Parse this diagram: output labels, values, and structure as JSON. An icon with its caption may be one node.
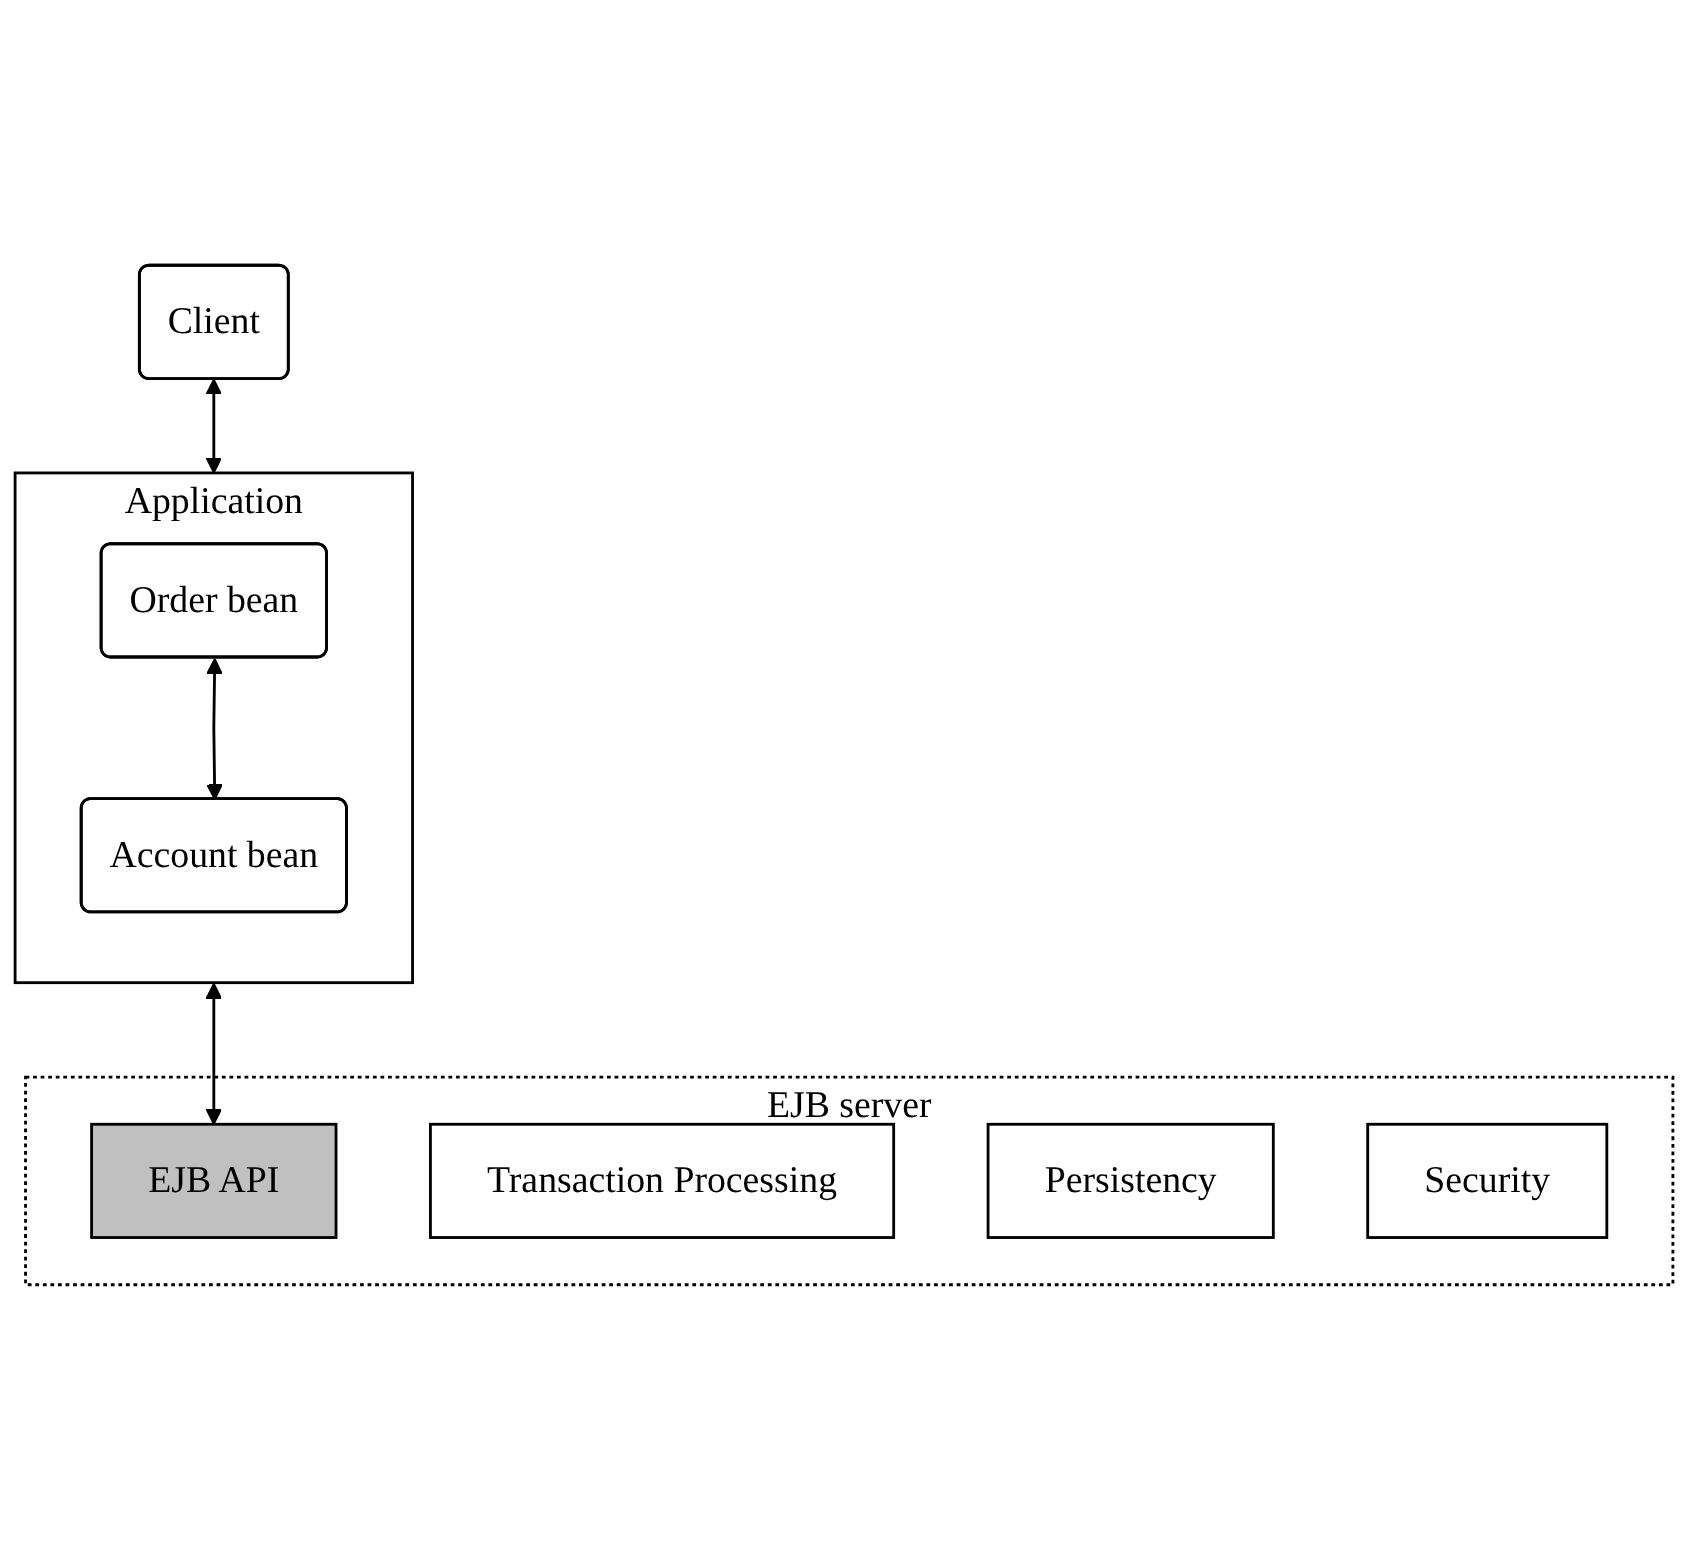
{
  "diagram": {
    "nodes": [
      {
        "text": [
          "Application"
        ]
      },
      {
        "text": [
          "Order bean"
        ],
        "in": 0
      },
      {
        "text": [
          "Account bean"
        ],
        "in": 0
      },
      {
        "text": [
          "Client"
        ]
      },
      {
        "text": [
          "EJB server"
        ]
      },
      {
        "text": [
          "EJB API"
        ],
        "in": 4
      },
      {
        "text": [
          "Transaction Processing"
        ],
        "in": 4
      },
      {
        "text": [
          "Persistency"
        ],
        "in": 4
      },
      {
        "text": [
          "Security"
        ],
        "in": 4
      }
    ],
    "edges": [
      {
        "from": 3,
        "to": 0,
        "arrow": "both"
      },
      {
        "from": 1,
        "to": 2,
        "arrow": "both"
      },
      {
        "from": 0,
        "to": 5,
        "arrow": "both"
      }
    ]
  }
}
